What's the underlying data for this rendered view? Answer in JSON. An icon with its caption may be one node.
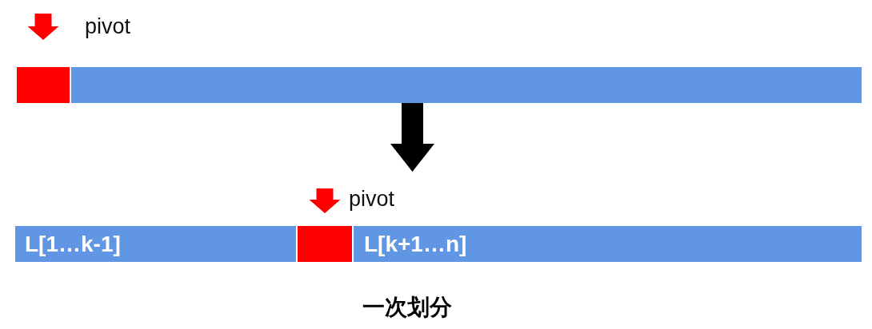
{
  "diagram": {
    "caption": "一次划分",
    "nodes": [
      {
        "text": [],
        "shape": "bar"
      },
      {
        "text": [],
        "shape": "box",
        "in": 0,
        "beside": [
          "pivot"
        ]
      },
      {
        "text": [
          "L[1…k-1]",
          "L[k+1…n]"
        ]
      },
      {
        "text": [],
        "shape": "box",
        "in": 2,
        "beside": [
          "pivot"
        ]
      }
    ],
    "edges": [
      {
        "from": null,
        "to": 1,
        "arrow": "to"
      },
      {
        "from": 0,
        "to": 2,
        "arrow": "to",
        "color": "#000000"
      },
      {
        "from": null,
        "to": 3,
        "arrow": "to"
      }
    ]
  }
}
